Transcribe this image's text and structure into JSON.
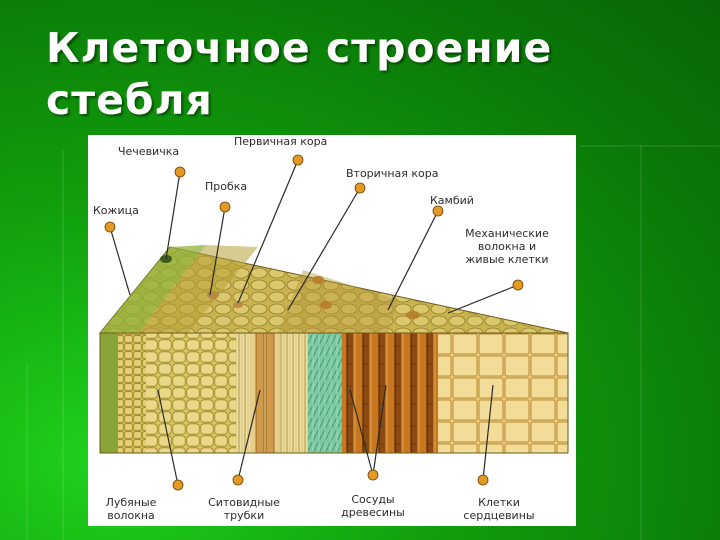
{
  "slide": {
    "title_line1": "Клеточное строение",
    "title_line2": "стебля"
  },
  "figure": {
    "labels": {
      "chechevichka": "Чечевичка",
      "pervichnaya_kora": "Первичная кора",
      "probka": "Пробка",
      "vtorichnaya_kora": "Вторичная кора",
      "kozhitsa": "Кожица",
      "kambiy": "Камбий",
      "mekh_line1": "Механические",
      "mekh_line2": "волокна и",
      "mekh_line3": "живые клетки",
      "lub_line1": "Лубяные",
      "lub_line2": "волокна",
      "sito_line1": "Ситовидные",
      "sito_line2": "трубки",
      "sosudy_line1": "Сосуды",
      "sosudy_line2": "древесины",
      "kletki_line1": "Клетки",
      "kletki_line2": "сердцевины"
    }
  },
  "colors": {
    "background": "#119e0d",
    "title": "#ffffff",
    "marker": "#e39a22"
  }
}
